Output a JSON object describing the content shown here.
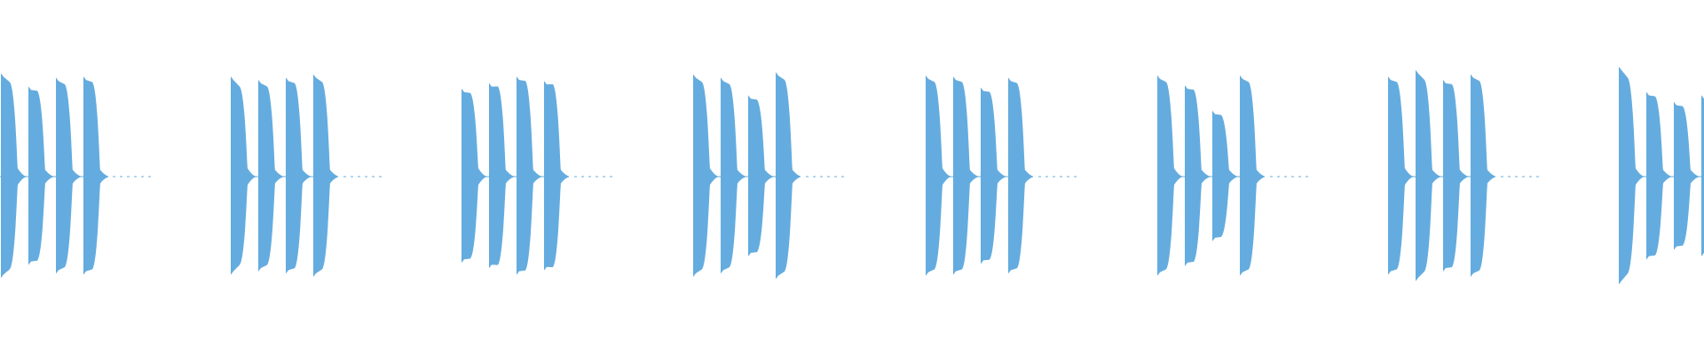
{
  "waveform": {
    "color": "#64acdf",
    "groups": [
      {
        "bursts": [
          {
            "peak": 0.94,
            "attack": 0.86,
            "floor": 0.05
          },
          {
            "peak": 0.82,
            "attack": 0.78,
            "floor": 0.04
          },
          {
            "peak": 0.9,
            "attack": 0.84,
            "floor": 0.04
          },
          {
            "peak": 0.91,
            "attack": 0.86,
            "floor": 0.04
          }
        ],
        "tail_dots": 6
      },
      {
        "bursts": [
          {
            "peak": 0.91,
            "attack": 0.82,
            "floor": 0.05
          },
          {
            "peak": 0.88,
            "attack": 0.82,
            "floor": 0.04
          },
          {
            "peak": 0.9,
            "attack": 0.85,
            "floor": 0.04
          },
          {
            "peak": 0.93,
            "attack": 0.86,
            "floor": 0.04
          }
        ],
        "tail_dots": 6
      },
      {
        "bursts": [
          {
            "peak": 0.8,
            "attack": 0.76,
            "floor": 0.05
          },
          {
            "peak": 0.85,
            "attack": 0.82,
            "floor": 0.04
          },
          {
            "peak": 0.91,
            "attack": 0.87,
            "floor": 0.04
          },
          {
            "peak": 0.87,
            "attack": 0.84,
            "floor": 0.04
          }
        ],
        "tail_dots": 6
      },
      {
        "bursts": [
          {
            "peak": 0.93,
            "attack": 0.86,
            "floor": 0.05
          },
          {
            "peak": 0.9,
            "attack": 0.84,
            "floor": 0.04
          },
          {
            "peak": 0.74,
            "attack": 0.7,
            "floor": 0.04
          },
          {
            "peak": 0.95,
            "attack": 0.88,
            "floor": 0.04
          }
        ],
        "tail_dots": 6
      },
      {
        "bursts": [
          {
            "peak": 0.92,
            "attack": 0.86,
            "floor": 0.05
          },
          {
            "peak": 0.91,
            "attack": 0.86,
            "floor": 0.04
          },
          {
            "peak": 0.81,
            "attack": 0.77,
            "floor": 0.04
          },
          {
            "peak": 0.9,
            "attack": 0.85,
            "floor": 0.04
          }
        ],
        "tail_dots": 6
      },
      {
        "bursts": [
          {
            "peak": 0.92,
            "attack": 0.86,
            "floor": 0.05
          },
          {
            "peak": 0.83,
            "attack": 0.79,
            "floor": 0.04
          },
          {
            "peak": 0.6,
            "attack": 0.56,
            "floor": 0.04
          },
          {
            "peak": 0.92,
            "attack": 0.86,
            "floor": 0.04
          }
        ],
        "tail_dots": 6
      },
      {
        "bursts": [
          {
            "peak": 0.91,
            "attack": 0.86,
            "floor": 0.05
          },
          {
            "peak": 0.97,
            "attack": 0.88,
            "floor": 0.04
          },
          {
            "peak": 0.88,
            "attack": 0.84,
            "floor": 0.04
          },
          {
            "peak": 0.93,
            "attack": 0.87,
            "floor": 0.04
          }
        ],
        "tail_dots": 6
      },
      {
        "bursts": [
          {
            "peak": 1.0,
            "attack": 0.9,
            "floor": 0.05
          },
          {
            "peak": 0.77,
            "attack": 0.73,
            "floor": 0.04
          },
          {
            "peak": 0.68,
            "attack": 0.64,
            "floor": 0.04
          },
          {
            "peak": 0.74,
            "attack": 0.7,
            "floor": 0.04
          }
        ],
        "tail_dots": 0
      }
    ]
  }
}
